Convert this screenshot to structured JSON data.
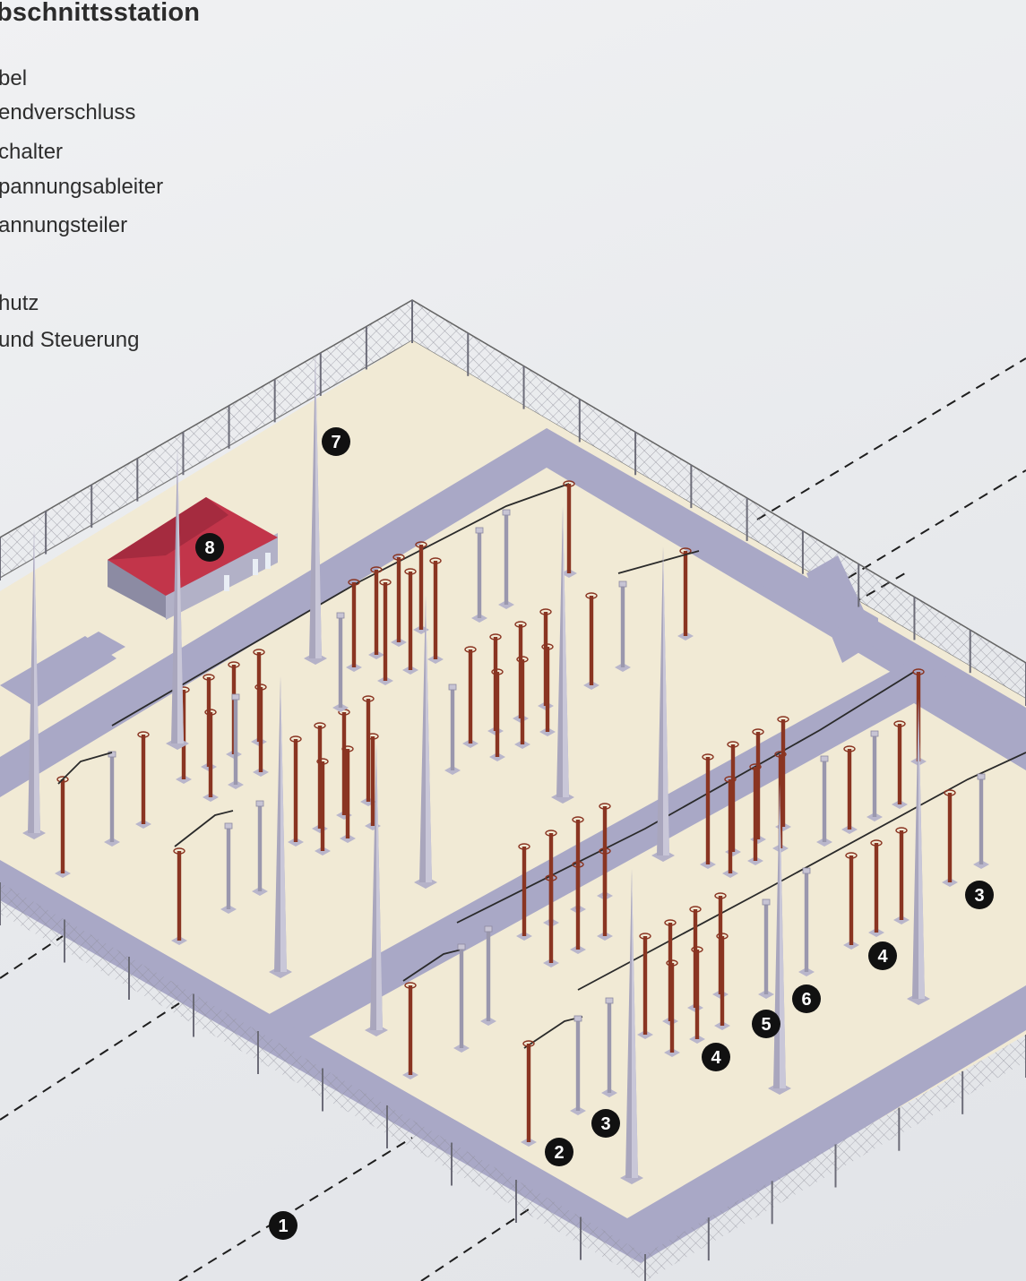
{
  "title": "bschnittsstation",
  "legend": [
    "bel",
    "endverschluss",
    "chalter",
    "pannungsableiter",
    "annungsteiler",
    "",
    "hutz",
    "und Steuerung"
  ],
  "callouts": [
    "1",
    "2",
    "3",
    "3",
    "4",
    "4",
    "5",
    "6",
    "7",
    "8"
  ],
  "colors": {
    "ground": "#f1ead5",
    "road": "#a9a8c6",
    "pillar": "#c7c4d4",
    "insulator": "#8a3522",
    "roof": "#c2354a",
    "badge": "#111111"
  }
}
